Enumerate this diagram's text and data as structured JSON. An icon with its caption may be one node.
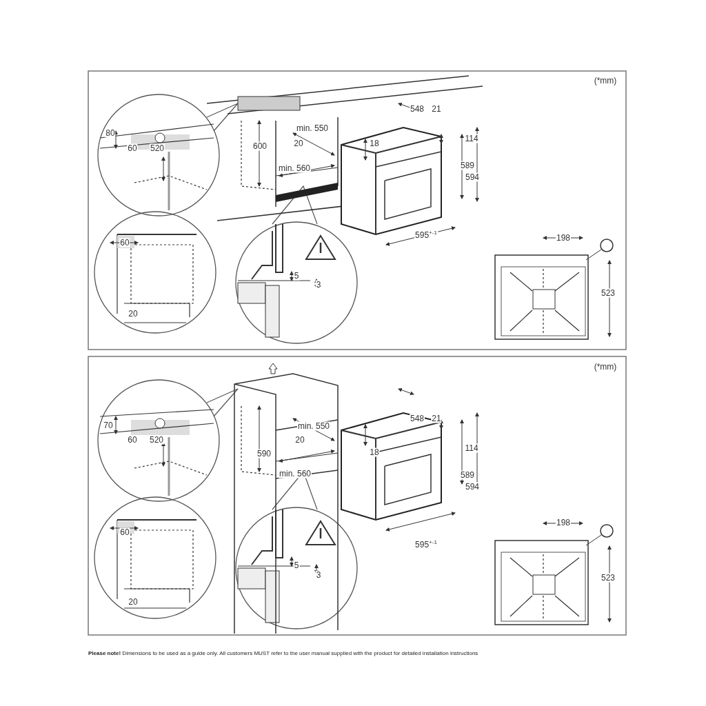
{
  "diagram": {
    "caption": "**Please note!** Dimensions to be used as a guide only. All customers MUST refer to the user manual supplied with the product for detailed installation instructions",
    "labels": [
      "(*mm)",
      "80",
      "60",
      "520",
      "600",
      "min. 550",
      "20",
      "min. 560",
      "548",
      "21",
      "18",
      "114",
      "589",
      "594",
      "595$^{+-1}$",
      "60",
      "20",
      "5",
      "3",
      "198",
      "523",
      "(*mm)",
      "70",
      "60",
      "520",
      "590",
      "min. 550",
      "20",
      "min. 560",
      "548",
      "21",
      "18",
      "114",
      "589",
      "594",
      "595$^{+-1}$",
      "60",
      "20",
      "5",
      "3",
      "198",
      "523"
    ]
  }
}
